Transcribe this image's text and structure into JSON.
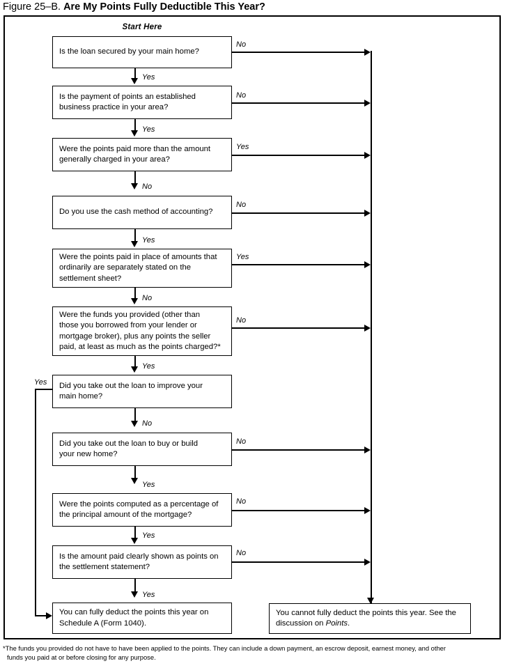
{
  "figure": {
    "number": "Figure 25–B.",
    "title": "Are My Points Fully Deductible This Year?",
    "start_label": "Start Here"
  },
  "labels": {
    "yes": "Yes",
    "no": "No"
  },
  "nodes": [
    {
      "id": "q1",
      "text": "Is the loan secured by your main home?"
    },
    {
      "id": "q2",
      "text": "Is the payment of points an established\nbusiness practice in your area?"
    },
    {
      "id": "q3",
      "text": "Were the points paid more than the amount\ngenerally charged in your area?"
    },
    {
      "id": "q4",
      "text": "Do you use the cash method of accounting?"
    },
    {
      "id": "q5",
      "text": "Were the points paid in place of amounts that\nordinarily are separately stated on the\nsettlement sheet?"
    },
    {
      "id": "q6",
      "text": "Were the funds you provided (other than\nthose you borrowed from your lender or\nmortgage broker), plus any points the seller\npaid, at least as much as the points charged?*"
    },
    {
      "id": "q7",
      "text": "Did you take out the loan to improve your\nmain home?"
    },
    {
      "id": "q8",
      "text": "Did you take out the loan to buy or build\nyour new home?"
    },
    {
      "id": "q9",
      "text": "Were the points computed as a percentage of\nthe principal amount of the mortgage?"
    },
    {
      "id": "q10",
      "text": "Is the amount paid clearly shown as points on\nthe settlement statement?"
    }
  ],
  "outcomes": {
    "deductible": "You can fully deduct the points this year on\nSchedule A (Form 1040).",
    "not_deductible_pre": "You cannot fully deduct the points this year. See the\ndiscussion on ",
    "not_deductible_em": "Points",
    "not_deductible_post": "."
  },
  "branch_labels": {
    "q1_down": "Yes",
    "q1_right": "No",
    "q2_down": "Yes",
    "q2_right": "No",
    "q3_down": "No",
    "q3_right": "Yes",
    "q4_down": "Yes",
    "q4_right": "No",
    "q5_down": "No",
    "q5_right": "Yes",
    "q6_down": "Yes",
    "q6_right": "No",
    "q7_down": "No",
    "q7_left": "Yes",
    "q8_down": "Yes",
    "q8_right": "No",
    "q9_down": "Yes",
    "q9_right": "No",
    "q10_down": "Yes",
    "q10_right": "No"
  },
  "footnote": {
    "line1": "*The funds you provided do not have to have been applied to the points. They can include a down payment, an escrow deposit, earnest money, and other",
    "line2": "funds you paid at or before closing for any purpose."
  },
  "colors": {
    "ink": "#000000",
    "page": "#ffffff"
  }
}
